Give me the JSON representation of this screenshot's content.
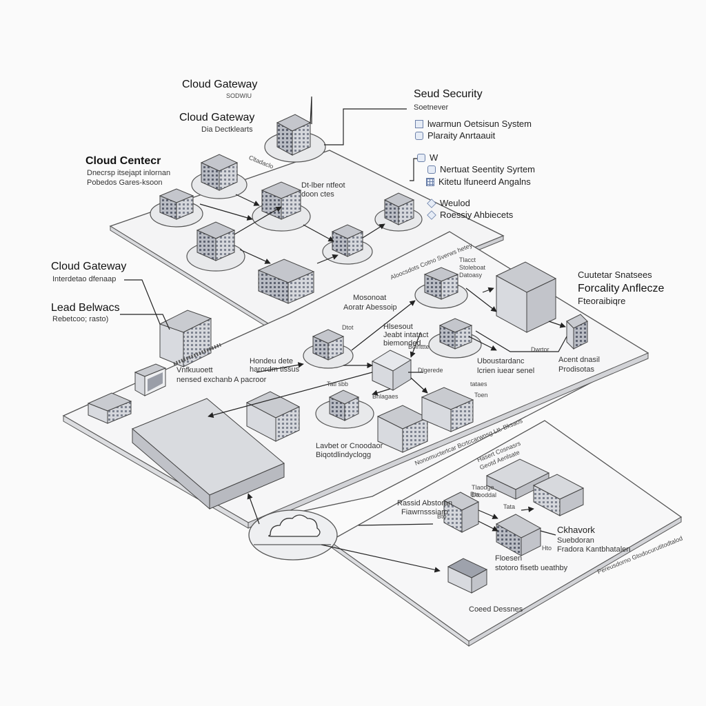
{
  "top_left": {
    "cloud_gateway_1": {
      "title": "Cloud Gateway",
      "subtitle": "SODWIU"
    },
    "cloud_gateway_2": {
      "title": "Cloud Gateway",
      "subtitle": "Dia Dectklearts"
    },
    "cloud_center": {
      "title": "Cloud Centecr",
      "line1": "Dnecrsp itsejapt inlornan",
      "line2": "Pobedos Gares-ksoon"
    },
    "cloud_datacenter_tag": "Cltadaclo",
    "dtr_label": {
      "line1": "Dt-lber ntfeot",
      "line2": "doon ctes"
    }
  },
  "mid_left": {
    "cloud_gateway_3": {
      "title": "Cloud Gateway",
      "subtitle": "Interdetao dfenaap"
    },
    "lead_balancers": {
      "title": "Lead Belwacs",
      "subtitle": "Rebetcoo; rasto)"
    },
    "vml_label": {
      "line1": "Vnfkuuoett",
      "line2": "nensed exchanb A pacroor"
    }
  },
  "right_legend": {
    "sead_security": {
      "title": "Seud Security",
      "subtitle": "Soetnever"
    },
    "items": [
      {
        "icon": "building-icon",
        "text": "lwarmun Oetsisun System"
      },
      {
        "icon": "shield-icon",
        "text": "Plaraity Anrtaauit"
      },
      {
        "icon": "lock-icon",
        "text": "W"
      },
      {
        "icon": "lock-icon",
        "text": "Nertuat Seentity Syrtem"
      },
      {
        "icon": "grid-icon",
        "text": "Kitetu lfuneerd Angalns"
      },
      {
        "icon": "diamond-icon",
        "text": "Weulod"
      },
      {
        "icon": "diamond-icon",
        "text": "Roessiy Ahbiecets"
      }
    ]
  },
  "right_mid": {
    "cluster": {
      "line1": "Cuutetar Snatsees",
      "line2": "Forcality Anflecze",
      "line3": "Fteoraibiqre"
    },
    "tl_label": {
      "line1": "Tlacct",
      "line2": "Stoleboat",
      "line3": "Datoasy"
    },
    "agent": {
      "line1": "Acent dnasil",
      "line2": "Prodisotas"
    },
    "dwrtor": "Dwrtor",
    "observant": {
      "line1": "Uboustardanc",
      "line2": "lcrien iuear senel"
    }
  },
  "center": {
    "network": {
      "line1": "Mosonoat",
      "line2": "Aoratr Abessoip"
    },
    "hlt": {
      "line1": "Hlsesout",
      "line2": "Jeabt intatact",
      "line3": "biemonded"
    },
    "hardeu": {
      "line1": "Hondeu dete",
      "line2": "harordm tissus"
    },
    "stack_labels": [
      "Dtot",
      "Boirlttte",
      "Tatl sbb",
      "Dlgerede",
      "Bnlagaes",
      "tataes",
      "Toen"
    ],
    "layer_text_upper": "Aloocsdots Cotno Sverws hetey",
    "layer_text_middle": "Nonomuctertcar Bcrtccarwnsg Ltt. Bksaos",
    "layer_text_lower": "Pereusdorno Gtodocurutitodtalod",
    "lavbet": {
      "line1": "Lavbet or Cnoodaor",
      "line2": "Biqotdlindyclogg"
    }
  },
  "bottom": {
    "hasert": {
      "line1": "Hasert Cosnasrs",
      "line2": "Geotd Aenlsate"
    },
    "raned": {
      "line1": "Rassid Abstoran",
      "line2": "Fiawrnsssiaro"
    },
    "tilodge": {
      "line1": "Tlaodge",
      "line2": "Dtooddal"
    },
    "ckhaverk": {
      "line1": "Ckhavork",
      "line2": "Suebdoran",
      "line3": "Fradora Kantbhatalen"
    },
    "floesen": {
      "line1": "Floesen",
      "line2": "stotoro fisetb ueathby"
    },
    "coeed": "Coeed Dessnes",
    "small_tags": [
      "Bta",
      "Bto",
      "Tata",
      "Hto"
    ]
  }
}
